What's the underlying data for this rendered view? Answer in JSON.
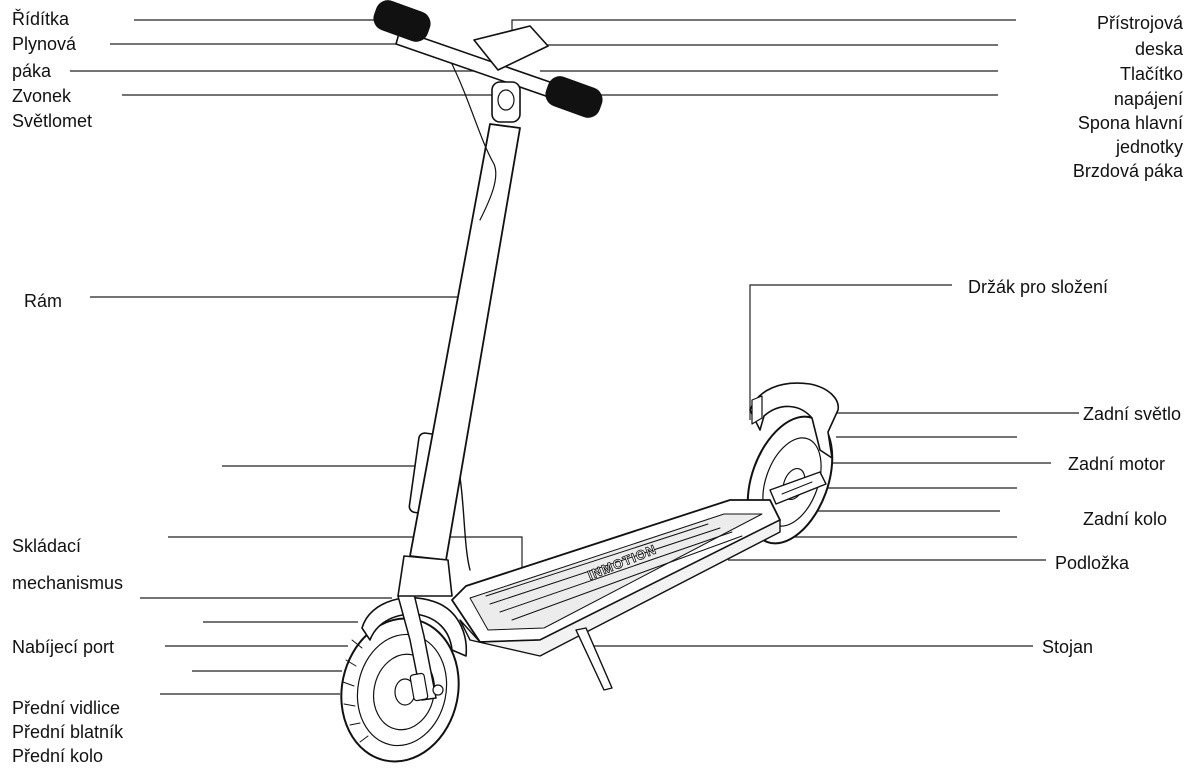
{
  "labels_left": {
    "riditka": "Řídítka",
    "plynova_1": "Plynová",
    "plynova_2": "páka",
    "zvonek": "Zvonek",
    "svetlomet": "Světlomet",
    "ram": "Rám",
    "skladaci_1": "Skládací",
    "skladaci_2": "mechanismus",
    "nabijeci": "Nabíjecí port",
    "predni_vidlice": "Přední vidlice",
    "predni_blatnik": "Přední blatník",
    "predni_kolo": "Přední kolo"
  },
  "labels_right": {
    "pristrojova_1": "Přístrojová",
    "pristrojova_2": "deska",
    "tlacitko_1": "Tlačítko",
    "tlacitko_2": "napájení",
    "spona_1": "Spona hlavní",
    "spona_2": "jednotky",
    "brzdova": "Brzdová páka",
    "drzak": "Držák pro složení",
    "zadni_svetlo": "Zadní světlo",
    "zadni_motor": "Zadní motor",
    "zadni_kolo": "Zadní kolo",
    "podlozka": "Podložka",
    "stojan": "Stojan"
  },
  "deck_brand": "INMOTION"
}
